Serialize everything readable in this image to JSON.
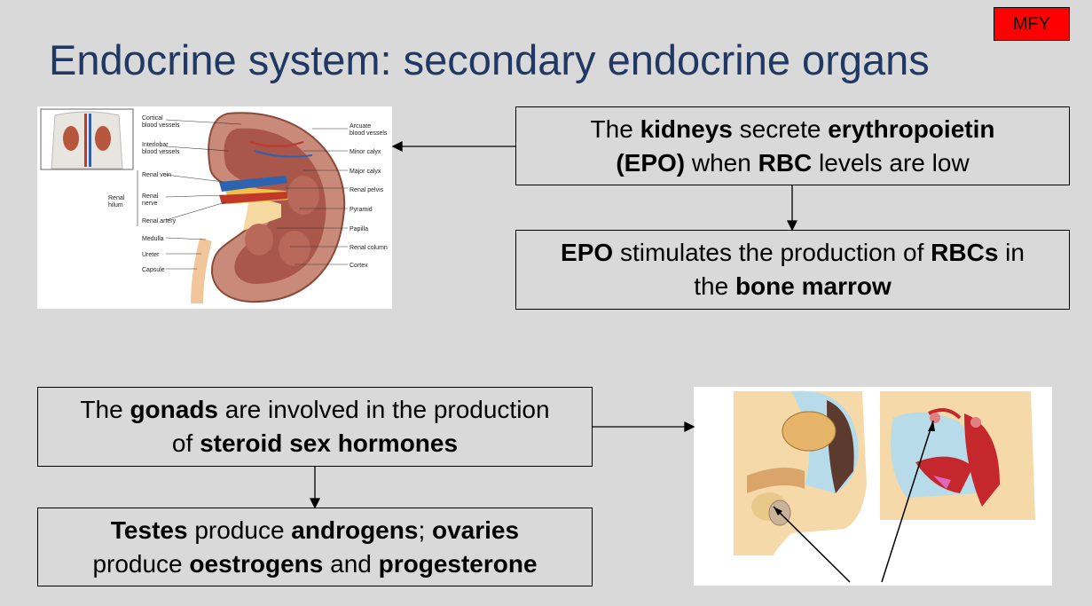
{
  "badge": "MFY",
  "title": "Endocrine system: secondary endocrine organs",
  "kidney_box": {
    "t1": "The ",
    "b1": "kidneys",
    "t2": " secrete ",
    "b2": "erythropoietin",
    "b3": "(EPO)",
    "t3": " when ",
    "b4": "RBC",
    "t4": " levels are low"
  },
  "epo_box": {
    "b1": "EPO",
    "t1": " stimulates the production of ",
    "b2": "RBCs",
    "t2": " in",
    "t3": "the ",
    "b3": "bone marrow"
  },
  "gonads_box": {
    "t1": "The ",
    "b1": "gonads",
    "t2": " are involved in the production",
    "t3": "of ",
    "b2": "steroid sex hormones"
  },
  "testes_box": {
    "b1": "Testes",
    "t1": " produce ",
    "b2": "androgens",
    "t2": "; ",
    "b3": "ovaries",
    "t3": "produce ",
    "b4": "oestrogens",
    "t4": " and ",
    "b5": "progesterone"
  },
  "kidney_diagram": {
    "labels_left": {
      "cortical": "Cortical",
      "cortical2": "blood vessels",
      "interlobar": "Interlobar",
      "interlobar2": "blood vessels",
      "renal_vein": "Renal vein",
      "renal_nerve": "Renal",
      "renal_nerve2": "nerve",
      "renal_artery": "Renal artery",
      "renal_hilum": "Renal",
      "renal_hilum2": "hilum",
      "medulla": "Medulla",
      "ureter": "Ureter",
      "capsule": "Capsule"
    },
    "labels_right": {
      "arcuate": "Arcuate",
      "arcuate2": "blood vessels",
      "minor_calyx": "Minor calyx",
      "major_calyx": "Major calyx",
      "renal_pelvis": "Renal pelvis",
      "pyramid": "Pyramid",
      "papilla": "Papilla",
      "renal_column": "Renal column",
      "cortex": "Cortex"
    }
  },
  "colors": {
    "badge": "#ff0000",
    "title": "#1f3864",
    "background": "#d9d9d9"
  }
}
